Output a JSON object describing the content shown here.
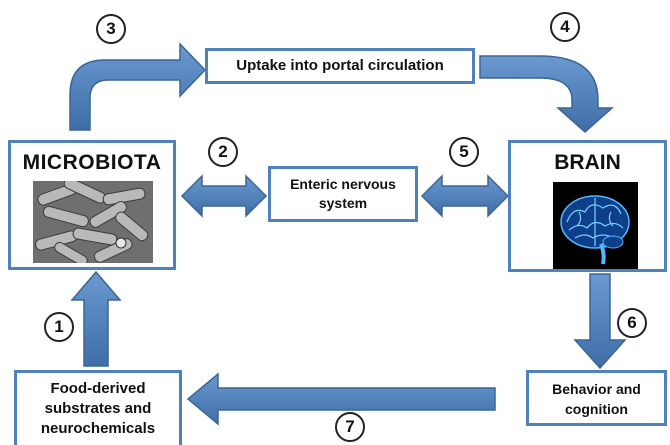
{
  "boxes": {
    "microbiota": "MICROBIOTA",
    "portal": "Uptake into portal circulation",
    "brain": "BRAIN",
    "enteric_line1": "Enteric nervous",
    "enteric_line2": "system",
    "food_line1": "Food-derived",
    "food_line2": "substrates and",
    "food_line3": "neurochemicals",
    "behavior_line1": "Behavior and",
    "behavior_line2": "cognition"
  },
  "steps": [
    "1",
    "2",
    "3",
    "4",
    "5",
    "6",
    "7"
  ],
  "colors": {
    "arrow_fill": "#4f81bd",
    "arrow_stroke": "#3a6596",
    "box_border": "#4f81bd"
  }
}
